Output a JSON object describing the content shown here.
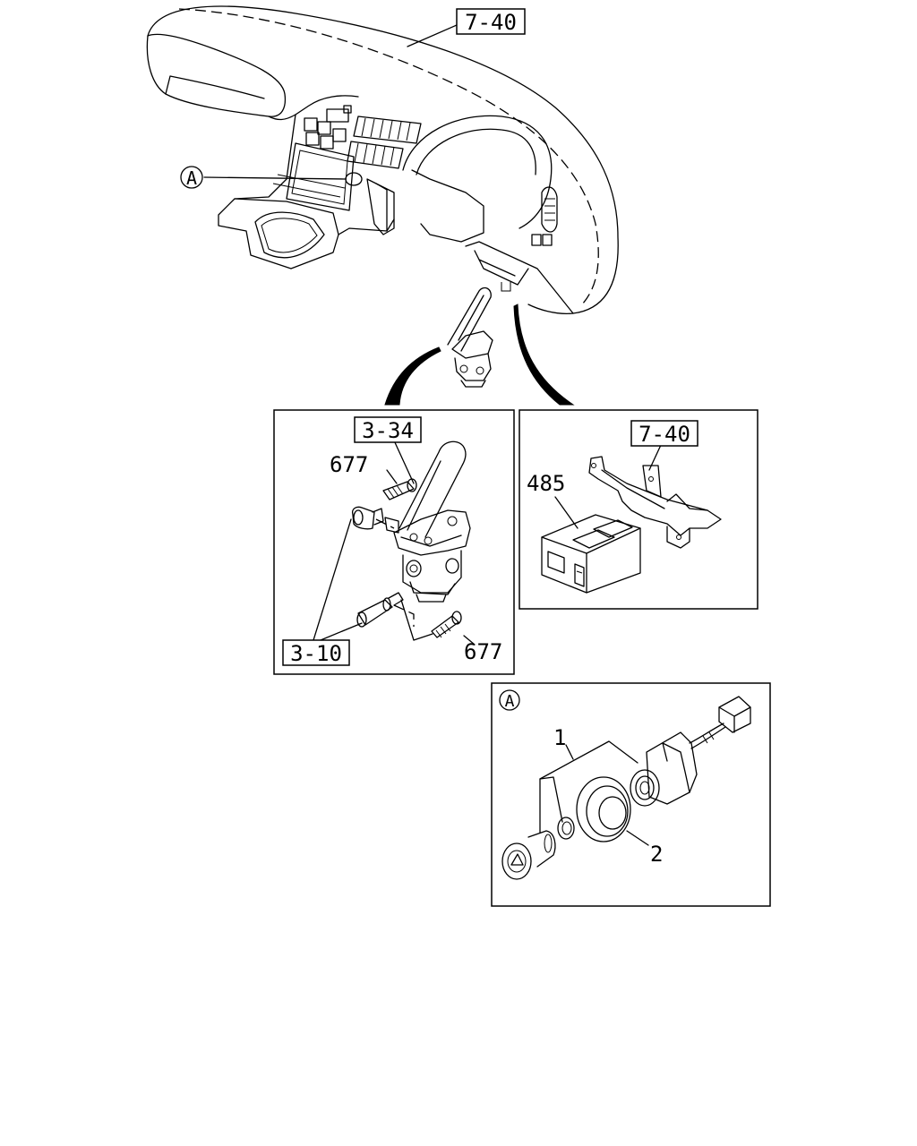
{
  "diagram": {
    "refs": {
      "dash_top": "7-40",
      "valve_group": "3-34",
      "fitting_group": "3-10",
      "bracket_group": "7-40"
    },
    "parts": {
      "fitting_upper": "677",
      "fitting_lower": "677",
      "control_unit": "485",
      "lighter_assembly": "1",
      "lighter_ring": "2"
    },
    "callouts": {
      "detail_a_marker": "A",
      "detail_a_title": "A"
    }
  }
}
